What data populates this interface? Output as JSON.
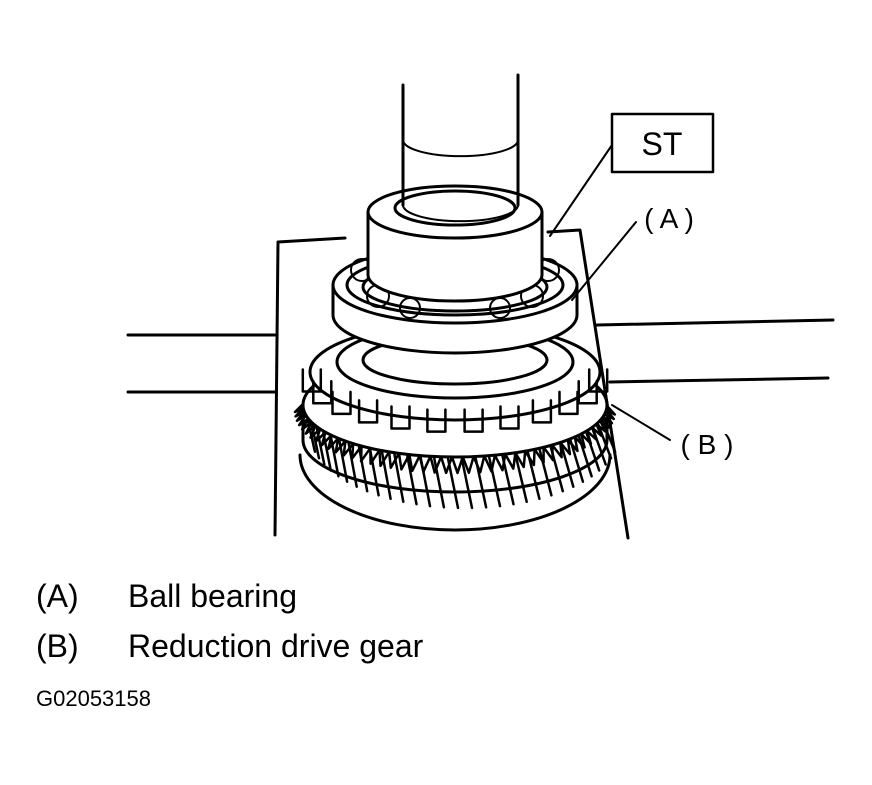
{
  "callouts": {
    "st": "ST",
    "a": "( A )",
    "b": "( B )"
  },
  "legend": [
    {
      "key": "(A)",
      "label": "Ball bearing"
    },
    {
      "key": "(B)",
      "label": "Reduction drive gear"
    }
  ],
  "figure_code": "G02053158"
}
